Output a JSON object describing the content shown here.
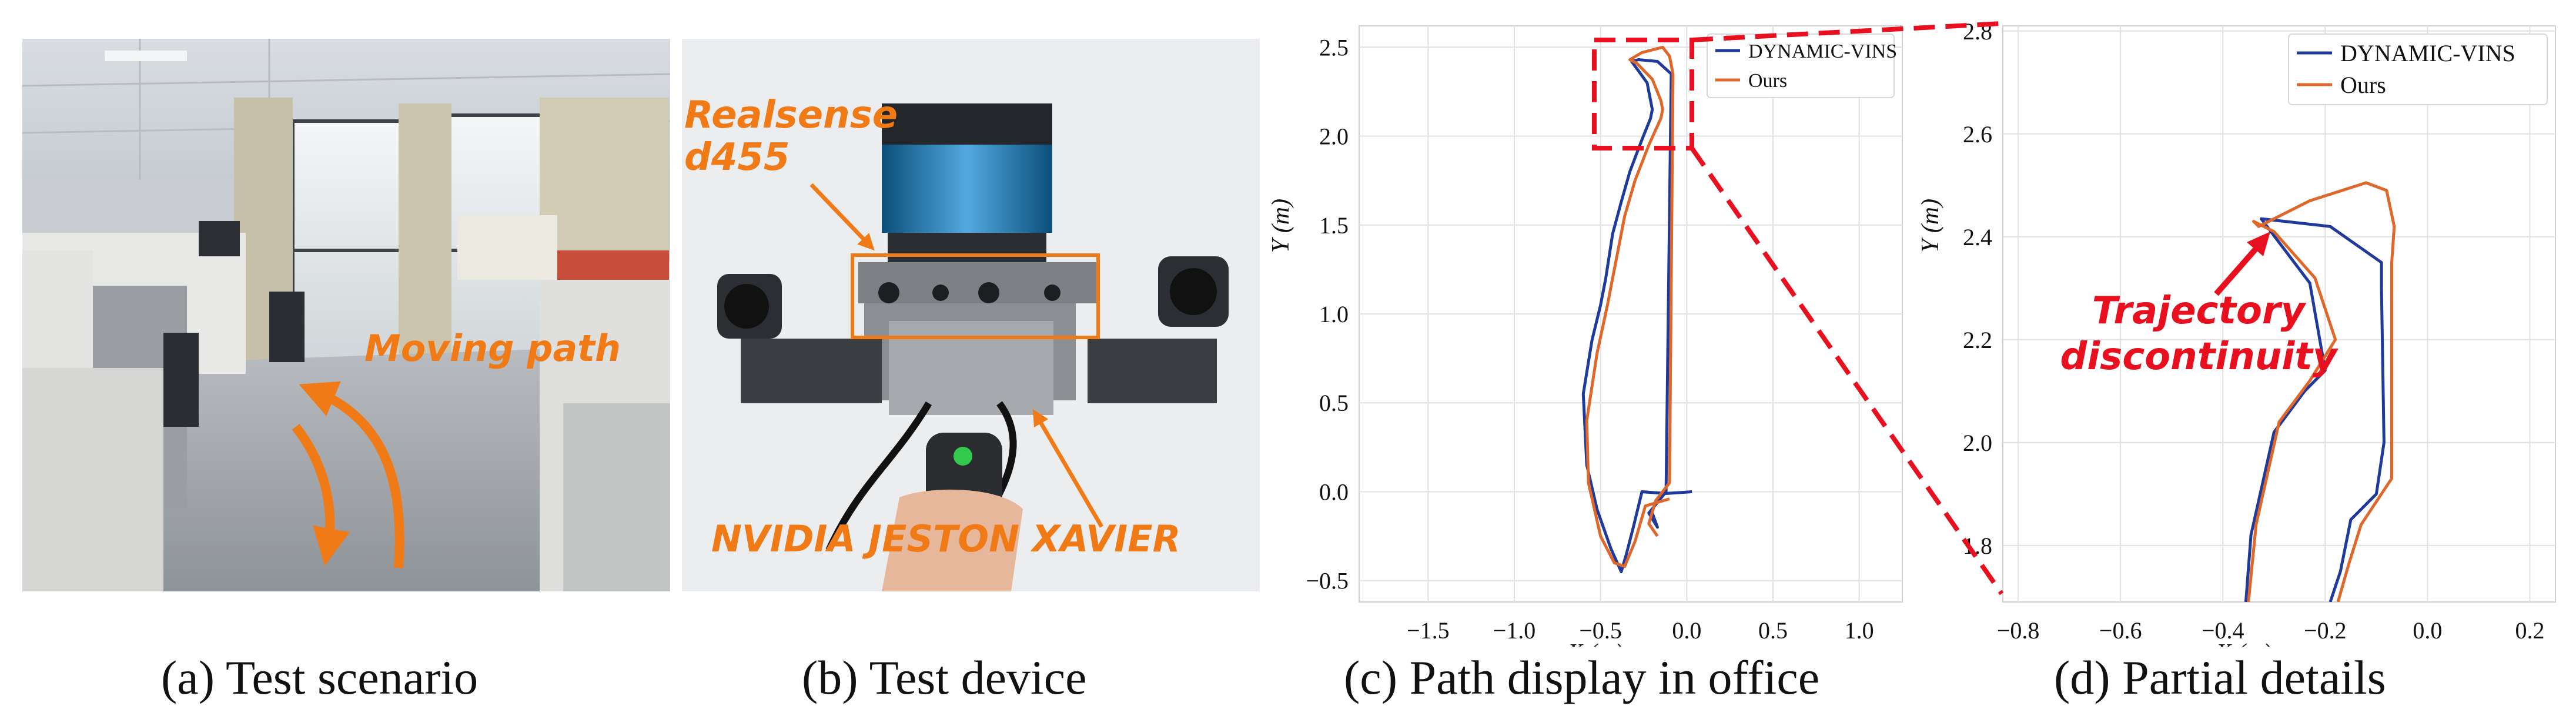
{
  "panel_a": {
    "caption": "(a) Test scenario",
    "annotation": "Moving path"
  },
  "panel_b": {
    "caption": "(b) Test device",
    "label_camera": "Realsense d455",
    "label_computer": "NVIDIA JESTON XAVIER"
  },
  "panel_c": {
    "caption": "(c) Path display in office"
  },
  "panel_d": {
    "caption": "(d) Partial details",
    "annotation": "Trajectory discontinuity"
  },
  "colors": {
    "dynamic_vins": "#1f3a9a",
    "ours": "#e0672a",
    "annotation_orange": "#f07a16",
    "annotation_red": "#e8101e"
  },
  "chart_data": [
    {
      "type": "line",
      "xlabel": "X (m)",
      "ylabel": "Y (m)",
      "xlim": [
        -1.9,
        1.25
      ],
      "ylim": [
        -0.62,
        2.62
      ],
      "xticks": [
        -1.5,
        -1.0,
        -0.5,
        0.0,
        0.5,
        1.0
      ],
      "xtick_labels": [
        "−1.5",
        "−1.0",
        "−0.5",
        "0.0",
        "0.5",
        "1.0"
      ],
      "yticks": [
        -0.5,
        0.0,
        0.5,
        1.0,
        1.5,
        2.0,
        2.5
      ],
      "ytick_labels": [
        "−0.5",
        "0.0",
        "0.5",
        "1.0",
        "1.5",
        "2.0",
        "2.5"
      ],
      "grid": true,
      "legend": "top-right",
      "series": [
        {
          "name": "DYNAMIC-VINS",
          "x": [
            0.03,
            -0.12,
            -0.26,
            -0.31,
            -0.35,
            -0.38,
            -0.44,
            -0.52,
            -0.58,
            -0.6,
            -0.55,
            -0.5,
            -0.47,
            -0.43,
            -0.38,
            -0.33,
            -0.26,
            -0.21,
            -0.2,
            -0.23,
            -0.32,
            -0.28,
            -0.17,
            -0.09,
            -0.12,
            -0.22,
            -0.17,
            -0.2
          ],
          "y": [
            0.0,
            -0.01,
            0.0,
            -0.2,
            -0.35,
            -0.45,
            -0.32,
            -0.1,
            0.15,
            0.55,
            0.85,
            1.05,
            1.2,
            1.45,
            1.63,
            1.8,
            1.98,
            2.1,
            2.15,
            2.3,
            2.42,
            2.43,
            2.42,
            2.35,
            0.0,
            -0.12,
            -0.2,
            -0.12
          ]
        },
        {
          "name": "Ours",
          "x": [
            -0.1,
            -0.24,
            -0.3,
            -0.36,
            -0.42,
            -0.5,
            -0.57,
            -0.58,
            -0.52,
            -0.46,
            -0.42,
            -0.36,
            -0.3,
            -0.22,
            -0.15,
            -0.14,
            -0.15,
            -0.2,
            -0.29,
            -0.33,
            -0.26,
            -0.14,
            -0.1,
            -0.08,
            -0.1,
            -0.18,
            -0.22,
            -0.17
          ],
          "y": [
            -0.04,
            -0.08,
            -0.28,
            -0.42,
            -0.4,
            -0.25,
            0.05,
            0.4,
            0.78,
            1.05,
            1.25,
            1.55,
            1.75,
            1.95,
            2.1,
            2.15,
            2.2,
            2.32,
            2.41,
            2.43,
            2.47,
            2.5,
            2.45,
            2.35,
            0.05,
            -0.05,
            -0.18,
            -0.25
          ]
        }
      ]
    },
    {
      "type": "line",
      "xlabel": "X (m)",
      "ylabel": "Y (m)",
      "xlim": [
        -0.83,
        0.25
      ],
      "ylim": [
        1.69,
        2.81
      ],
      "xticks": [
        -0.8,
        -0.6,
        -0.4,
        -0.2,
        0.0,
        0.2
      ],
      "xtick_labels": [
        "−0.8",
        "−0.6",
        "−0.4",
        "−0.2",
        "0.0",
        "0.2"
      ],
      "yticks": [
        1.8,
        2.0,
        2.2,
        2.4,
        2.6,
        2.8
      ],
      "ytick_labels": [
        "1.8",
        "2.0",
        "2.2",
        "2.4",
        "2.6",
        "2.8"
      ],
      "grid": true,
      "legend": "top-right",
      "series": [
        {
          "name": "DYNAMIC-VINS",
          "x": [
            -0.355,
            -0.345,
            -0.3,
            -0.24,
            -0.2,
            -0.23,
            -0.325,
            -0.28,
            -0.19,
            -0.09,
            -0.09,
            -0.085,
            -0.1,
            -0.15,
            -0.17,
            -0.19
          ],
          "y": [
            1.69,
            1.82,
            2.02,
            2.1,
            2.14,
            2.31,
            2.435,
            2.43,
            2.42,
            2.35,
            2.3,
            2.0,
            1.9,
            1.85,
            1.75,
            1.69
          ]
        },
        {
          "name": "Ours",
          "x": [
            -0.35,
            -0.335,
            -0.29,
            -0.23,
            -0.18,
            -0.22,
            -0.3,
            -0.34,
            -0.33,
            -0.23,
            -0.12,
            -0.08,
            -0.065,
            -0.07,
            -0.07,
            -0.13,
            -0.155,
            -0.175
          ],
          "y": [
            1.69,
            1.84,
            2.04,
            2.12,
            2.2,
            2.32,
            2.41,
            2.43,
            2.42,
            2.47,
            2.505,
            2.49,
            2.42,
            2.35,
            1.93,
            1.84,
            1.76,
            1.69
          ]
        }
      ]
    }
  ]
}
